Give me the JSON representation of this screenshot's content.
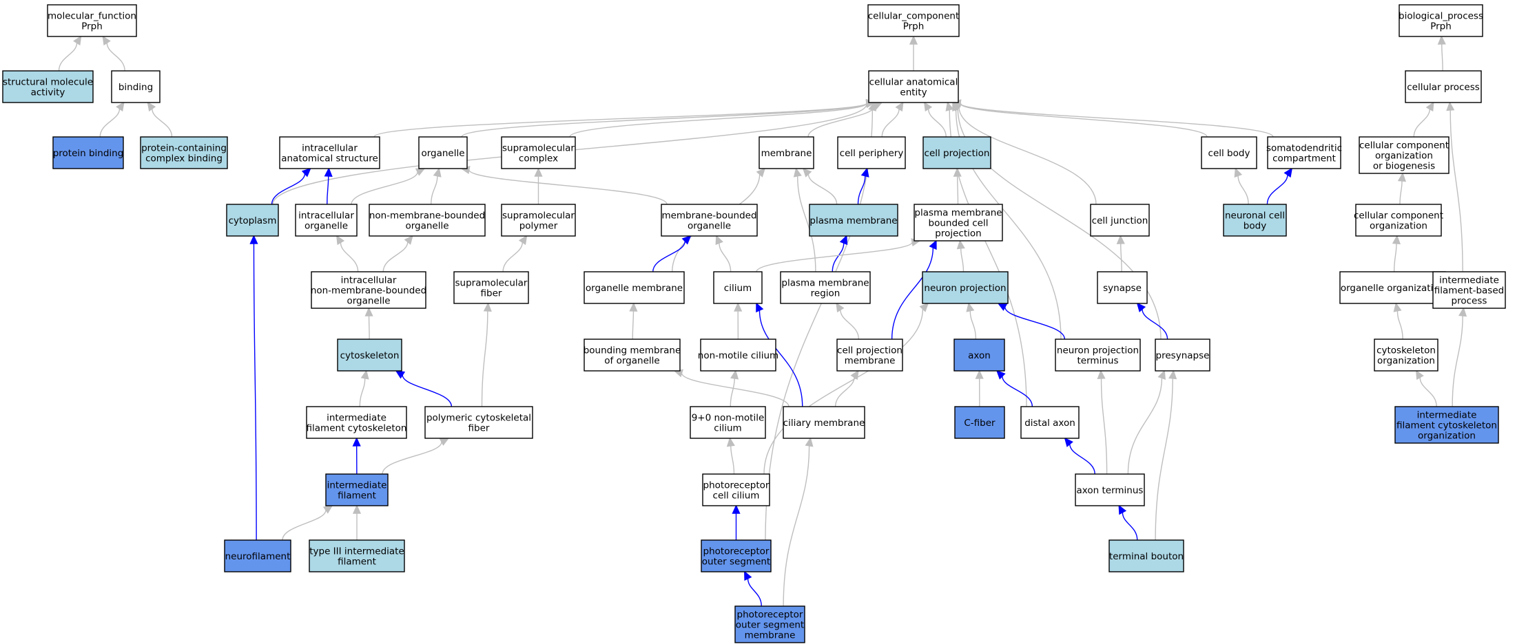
{
  "colors": {
    "plain_fill": "#ffffff",
    "light_fill": "#add8e6",
    "strong_fill": "#6495ed",
    "gray_edge": "#bebebe",
    "blue_edge": "#0000ff"
  },
  "nodes": [
    {
      "id": "mf",
      "lines": [
        "molecular_function",
        "Prph"
      ],
      "style": "plain"
    },
    {
      "id": "sma",
      "lines": [
        "structural molecule",
        "activity"
      ],
      "style": "light"
    },
    {
      "id": "binding",
      "lines": [
        "binding"
      ],
      "style": "plain"
    },
    {
      "id": "pb",
      "lines": [
        "protein binding"
      ],
      "style": "strong"
    },
    {
      "id": "pccb",
      "lines": [
        "protein-containing",
        "complex binding"
      ],
      "style": "light"
    },
    {
      "id": "cc",
      "lines": [
        "cellular_component",
        "Prph"
      ],
      "style": "plain"
    },
    {
      "id": "cae",
      "lines": [
        "cellular anatomical",
        "entity"
      ],
      "style": "plain"
    },
    {
      "id": "ias",
      "lines": [
        "intracellular",
        "anatomical structure"
      ],
      "style": "plain"
    },
    {
      "id": "organelle",
      "lines": [
        "organelle"
      ],
      "style": "plain"
    },
    {
      "id": "smc",
      "lines": [
        "supramolecular",
        "complex"
      ],
      "style": "plain"
    },
    {
      "id": "membrane",
      "lines": [
        "membrane"
      ],
      "style": "plain"
    },
    {
      "id": "cperiph",
      "lines": [
        "cell periphery"
      ],
      "style": "plain"
    },
    {
      "id": "cproj",
      "lines": [
        "cell projection"
      ],
      "style": "light"
    },
    {
      "id": "cbody",
      "lines": [
        "cell body"
      ],
      "style": "plain"
    },
    {
      "id": "sdc",
      "lines": [
        "somatodendritic",
        "compartment"
      ],
      "style": "plain"
    },
    {
      "id": "cytoplasm",
      "lines": [
        "cytoplasm"
      ],
      "style": "light"
    },
    {
      "id": "iorg",
      "lines": [
        "intracellular",
        "organelle"
      ],
      "style": "plain"
    },
    {
      "id": "nmbo",
      "lines": [
        "non-membrane-bounded",
        "organelle"
      ],
      "style": "plain"
    },
    {
      "id": "smp",
      "lines": [
        "supramolecular",
        "polymer"
      ],
      "style": "plain"
    },
    {
      "id": "mbo",
      "lines": [
        "membrane-bounded",
        "organelle"
      ],
      "style": "plain"
    },
    {
      "id": "pm",
      "lines": [
        "plasma membrane"
      ],
      "style": "light"
    },
    {
      "id": "pmbcp",
      "lines": [
        "plasma membrane",
        "bounded cell",
        "projection"
      ],
      "style": "plain"
    },
    {
      "id": "cj",
      "lines": [
        "cell junction"
      ],
      "style": "plain"
    },
    {
      "id": "ncb",
      "lines": [
        "neuronal cell",
        "body"
      ],
      "style": "light"
    },
    {
      "id": "inmbo",
      "lines": [
        "intracellular",
        "non-membrane-bounded",
        "organelle"
      ],
      "style": "plain"
    },
    {
      "id": "smf",
      "lines": [
        "supramolecular",
        "fiber"
      ],
      "style": "plain"
    },
    {
      "id": "om",
      "lines": [
        "organelle membrane"
      ],
      "style": "plain"
    },
    {
      "id": "cilium",
      "lines": [
        "cilium"
      ],
      "style": "plain"
    },
    {
      "id": "pmr",
      "lines": [
        "plasma membrane",
        "region"
      ],
      "style": "plain"
    },
    {
      "id": "nproj",
      "lines": [
        "neuron projection"
      ],
      "style": "light"
    },
    {
      "id": "synapse",
      "lines": [
        "synapse"
      ],
      "style": "plain"
    },
    {
      "id": "cytoskeleton",
      "lines": [
        "cytoskeleton"
      ],
      "style": "light"
    },
    {
      "id": "bmo",
      "lines": [
        "bounding membrane",
        "of organelle"
      ],
      "style": "plain"
    },
    {
      "id": "nmc",
      "lines": [
        "non-motile cilium"
      ],
      "style": "plain"
    },
    {
      "id": "cpm",
      "lines": [
        "cell projection",
        "membrane"
      ],
      "style": "plain"
    },
    {
      "id": "axon",
      "lines": [
        "axon"
      ],
      "style": "strong"
    },
    {
      "id": "npt",
      "lines": [
        "neuron projection",
        "terminus"
      ],
      "style": "plain"
    },
    {
      "id": "presyn",
      "lines": [
        "presynapse"
      ],
      "style": "plain"
    },
    {
      "id": "ifc",
      "lines": [
        "intermediate",
        "filament cytoskeleton"
      ],
      "style": "plain"
    },
    {
      "id": "pcf",
      "lines": [
        "polymeric cytoskeletal",
        "fiber"
      ],
      "style": "plain"
    },
    {
      "id": "nmc90",
      "lines": [
        "9+0 non-motile",
        "cilium"
      ],
      "style": "plain"
    },
    {
      "id": "cm",
      "lines": [
        "ciliary membrane"
      ],
      "style": "plain"
    },
    {
      "id": "cfiber",
      "lines": [
        "C-fiber"
      ],
      "style": "strong"
    },
    {
      "id": "daxon",
      "lines": [
        "distal axon"
      ],
      "style": "plain"
    },
    {
      "id": "if",
      "lines": [
        "intermediate",
        "filament"
      ],
      "style": "strong"
    },
    {
      "id": "pcc",
      "lines": [
        "photoreceptor",
        "cell cilium"
      ],
      "style": "plain"
    },
    {
      "id": "aterm",
      "lines": [
        "axon terminus"
      ],
      "style": "plain"
    },
    {
      "id": "nf",
      "lines": [
        "neurofilament"
      ],
      "style": "strong"
    },
    {
      "id": "t3if",
      "lines": [
        "type III intermediate",
        "filament"
      ],
      "style": "light"
    },
    {
      "id": "pos",
      "lines": [
        "photoreceptor",
        "outer segment"
      ],
      "style": "strong"
    },
    {
      "id": "tb",
      "lines": [
        "terminal bouton"
      ],
      "style": "light"
    },
    {
      "id": "posm",
      "lines": [
        "photoreceptor",
        "outer segment",
        "membrane"
      ],
      "style": "strong"
    },
    {
      "id": "bp",
      "lines": [
        "biological_process",
        "Prph"
      ],
      "style": "plain"
    },
    {
      "id": "cp",
      "lines": [
        "cellular process"
      ],
      "style": "plain"
    },
    {
      "id": "ccob",
      "lines": [
        "cellular component",
        "organization",
        "or biogenesis"
      ],
      "style": "plain"
    },
    {
      "id": "cco",
      "lines": [
        "cellular component",
        "organization"
      ],
      "style": "plain"
    },
    {
      "id": "oo",
      "lines": [
        "organelle organization"
      ],
      "style": "plain"
    },
    {
      "id": "ifbp",
      "lines": [
        "intermediate",
        "filament-based",
        "process"
      ],
      "style": "plain"
    },
    {
      "id": "co",
      "lines": [
        "cytoskeleton",
        "organization"
      ],
      "style": "plain"
    },
    {
      "id": "ifco",
      "lines": [
        "intermediate",
        "filament cytoskeleton",
        "organization"
      ],
      "style": "strong"
    }
  ],
  "edges": [
    {
      "from": "sma",
      "to": "mf",
      "type": "gray"
    },
    {
      "from": "binding",
      "to": "mf",
      "type": "gray"
    },
    {
      "from": "pb",
      "to": "binding",
      "type": "gray"
    },
    {
      "from": "pccb",
      "to": "binding",
      "type": "gray"
    },
    {
      "from": "cae",
      "to": "cc",
      "type": "gray"
    },
    {
      "from": "ias",
      "to": "cae",
      "type": "gray"
    },
    {
      "from": "organelle",
      "to": "cae",
      "type": "gray"
    },
    {
      "from": "smc",
      "to": "cae",
      "type": "gray"
    },
    {
      "from": "membrane",
      "to": "cae",
      "type": "gray"
    },
    {
      "from": "cperiph",
      "to": "cae",
      "type": "gray"
    },
    {
      "from": "cproj",
      "to": "cae",
      "type": "gray"
    },
    {
      "from": "cbody",
      "to": "cae",
      "type": "gray"
    },
    {
      "from": "sdc",
      "to": "cae",
      "type": "gray"
    },
    {
      "from": "cytoplasm",
      "to": "cae",
      "type": "gray"
    },
    {
      "from": "cj",
      "to": "cae",
      "type": "gray"
    },
    {
      "from": "daxon",
      "to": "cae",
      "type": "gray"
    },
    {
      "from": "npt",
      "to": "cae",
      "type": "gray"
    },
    {
      "from": "presyn",
      "to": "cae",
      "type": "gray"
    },
    {
      "from": "pos",
      "to": "cae",
      "type": "gray"
    },
    {
      "from": "cytoplasm",
      "to": "ias",
      "type": "blue"
    },
    {
      "from": "iorg",
      "to": "ias",
      "type": "blue"
    },
    {
      "from": "iorg",
      "to": "organelle",
      "type": "gray"
    },
    {
      "from": "nmbo",
      "to": "organelle",
      "type": "gray"
    },
    {
      "from": "mbo",
      "to": "organelle",
      "type": "gray"
    },
    {
      "from": "smp",
      "to": "smc",
      "type": "gray"
    },
    {
      "from": "pm",
      "to": "membrane",
      "type": "gray"
    },
    {
      "from": "om",
      "to": "membrane",
      "type": "gray"
    },
    {
      "from": "pmr",
      "to": "membrane",
      "type": "gray"
    },
    {
      "from": "pm",
      "to": "cperiph",
      "type": "blue"
    },
    {
      "from": "pmbcp",
      "to": "cproj",
      "type": "gray"
    },
    {
      "from": "ncb",
      "to": "cbody",
      "type": "gray"
    },
    {
      "from": "ncb",
      "to": "sdc",
      "type": "blue"
    },
    {
      "from": "nf",
      "to": "cytoplasm",
      "type": "blue"
    },
    {
      "from": "inmbo",
      "to": "iorg",
      "type": "gray"
    },
    {
      "from": "inmbo",
      "to": "nmbo",
      "type": "gray"
    },
    {
      "from": "smf",
      "to": "smp",
      "type": "gray"
    },
    {
      "from": "om",
      "to": "mbo",
      "type": "blue"
    },
    {
      "from": "cilium",
      "to": "mbo",
      "type": "gray"
    },
    {
      "from": "pmr",
      "to": "pm",
      "type": "blue"
    },
    {
      "from": "cilium",
      "to": "pmbcp",
      "type": "gray"
    },
    {
      "from": "nproj",
      "to": "pmbcp",
      "type": "gray"
    },
    {
      "from": "cpm",
      "to": "pmbcp",
      "type": "blue"
    },
    {
      "from": "synapse",
      "to": "cj",
      "type": "gray"
    },
    {
      "from": "cytoskeleton",
      "to": "inmbo",
      "type": "gray"
    },
    {
      "from": "pcf",
      "to": "smf",
      "type": "gray"
    },
    {
      "from": "bmo",
      "to": "om",
      "type": "gray"
    },
    {
      "from": "nmc",
      "to": "cilium",
      "type": "gray"
    },
    {
      "from": "cm",
      "to": "cilium",
      "type": "blue"
    },
    {
      "from": "cpm",
      "to": "pmr",
      "type": "gray"
    },
    {
      "from": "axon",
      "to": "nproj",
      "type": "gray"
    },
    {
      "from": "npt",
      "to": "nproj",
      "type": "blue"
    },
    {
      "from": "pcc",
      "to": "nproj",
      "type": "gray"
    },
    {
      "from": "presyn",
      "to": "synapse",
      "type": "blue"
    },
    {
      "from": "ifc",
      "to": "cytoskeleton",
      "type": "gray"
    },
    {
      "from": "pcf",
      "to": "cytoskeleton",
      "type": "blue"
    },
    {
      "from": "cm",
      "to": "bmo",
      "type": "gray"
    },
    {
      "from": "nmc90",
      "to": "nmc",
      "type": "gray"
    },
    {
      "from": "cm",
      "to": "cpm",
      "type": "gray"
    },
    {
      "from": "cfiber",
      "to": "axon",
      "type": "gray"
    },
    {
      "from": "daxon",
      "to": "axon",
      "type": "blue"
    },
    {
      "from": "aterm",
      "to": "npt",
      "type": "gray"
    },
    {
      "from": "aterm",
      "to": "presyn",
      "type": "gray"
    },
    {
      "from": "tb",
      "to": "presyn",
      "type": "gray"
    },
    {
      "from": "if",
      "to": "ifc",
      "type": "blue"
    },
    {
      "from": "if",
      "to": "pcf",
      "type": "gray"
    },
    {
      "from": "pcc",
      "to": "nmc90",
      "type": "gray"
    },
    {
      "from": "posm",
      "to": "cm",
      "type": "gray"
    },
    {
      "from": "aterm",
      "to": "daxon",
      "type": "blue"
    },
    {
      "from": "nf",
      "to": "if",
      "type": "gray"
    },
    {
      "from": "t3if",
      "to": "if",
      "type": "gray"
    },
    {
      "from": "pos",
      "to": "pcc",
      "type": "blue"
    },
    {
      "from": "tb",
      "to": "aterm",
      "type": "blue"
    },
    {
      "from": "posm",
      "to": "pos",
      "type": "blue"
    },
    {
      "from": "cp",
      "to": "bp",
      "type": "gray"
    },
    {
      "from": "ccob",
      "to": "cp",
      "type": "gray"
    },
    {
      "from": "ifbp",
      "to": "cp",
      "type": "gray"
    },
    {
      "from": "cco",
      "to": "ccob",
      "type": "gray"
    },
    {
      "from": "oo",
      "to": "cco",
      "type": "gray"
    },
    {
      "from": "co",
      "to": "oo",
      "type": "gray"
    },
    {
      "from": "ifco",
      "to": "co",
      "type": "gray"
    },
    {
      "from": "ifco",
      "to": "ifbp",
      "type": "gray"
    }
  ]
}
